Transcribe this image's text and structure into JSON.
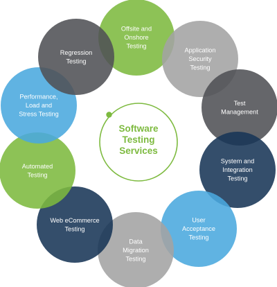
{
  "center": {
    "lines": [
      "Software",
      "Testing",
      "Services"
    ]
  },
  "colors": {
    "green": "#7dba3f",
    "light_gray": "#a3a3a3",
    "dark_gray": "#505155",
    "blue": "#4aa8de",
    "navy": "#183657"
  },
  "nodes": [
    {
      "id": "offsite-onshore-testing",
      "lines": [
        "Offsite and",
        "Onshore",
        "Testing"
      ],
      "color": "green"
    },
    {
      "id": "application-security-testing",
      "lines": [
        "Application",
        "Security",
        "Testing"
      ],
      "color": "light_gray"
    },
    {
      "id": "test-management",
      "lines": [
        "Test",
        "Management"
      ],
      "color": "dark_gray"
    },
    {
      "id": "system-integration-testing",
      "lines": [
        "System and",
        "Integration",
        "Testing"
      ],
      "color": "navy"
    },
    {
      "id": "user-acceptance-testing",
      "lines": [
        "User",
        "Acceptance",
        "Testing"
      ],
      "color": "blue"
    },
    {
      "id": "data-migration-testing",
      "lines": [
        "Data",
        "Migration",
        "Testing"
      ],
      "color": "light_gray"
    },
    {
      "id": "web-ecommerce-testing",
      "lines": [
        "Web eCommerce",
        "Testing"
      ],
      "color": "navy"
    },
    {
      "id": "automated-testing",
      "lines": [
        "Automated",
        "Testing"
      ],
      "color": "green"
    },
    {
      "id": "performance-load-stress-testing",
      "lines": [
        "Performance,",
        "Load and",
        "Stress Testing"
      ],
      "color": "blue"
    },
    {
      "id": "regression-testing",
      "lines": [
        "Regression",
        "Testing"
      ],
      "color": "dark_gray"
    }
  ]
}
